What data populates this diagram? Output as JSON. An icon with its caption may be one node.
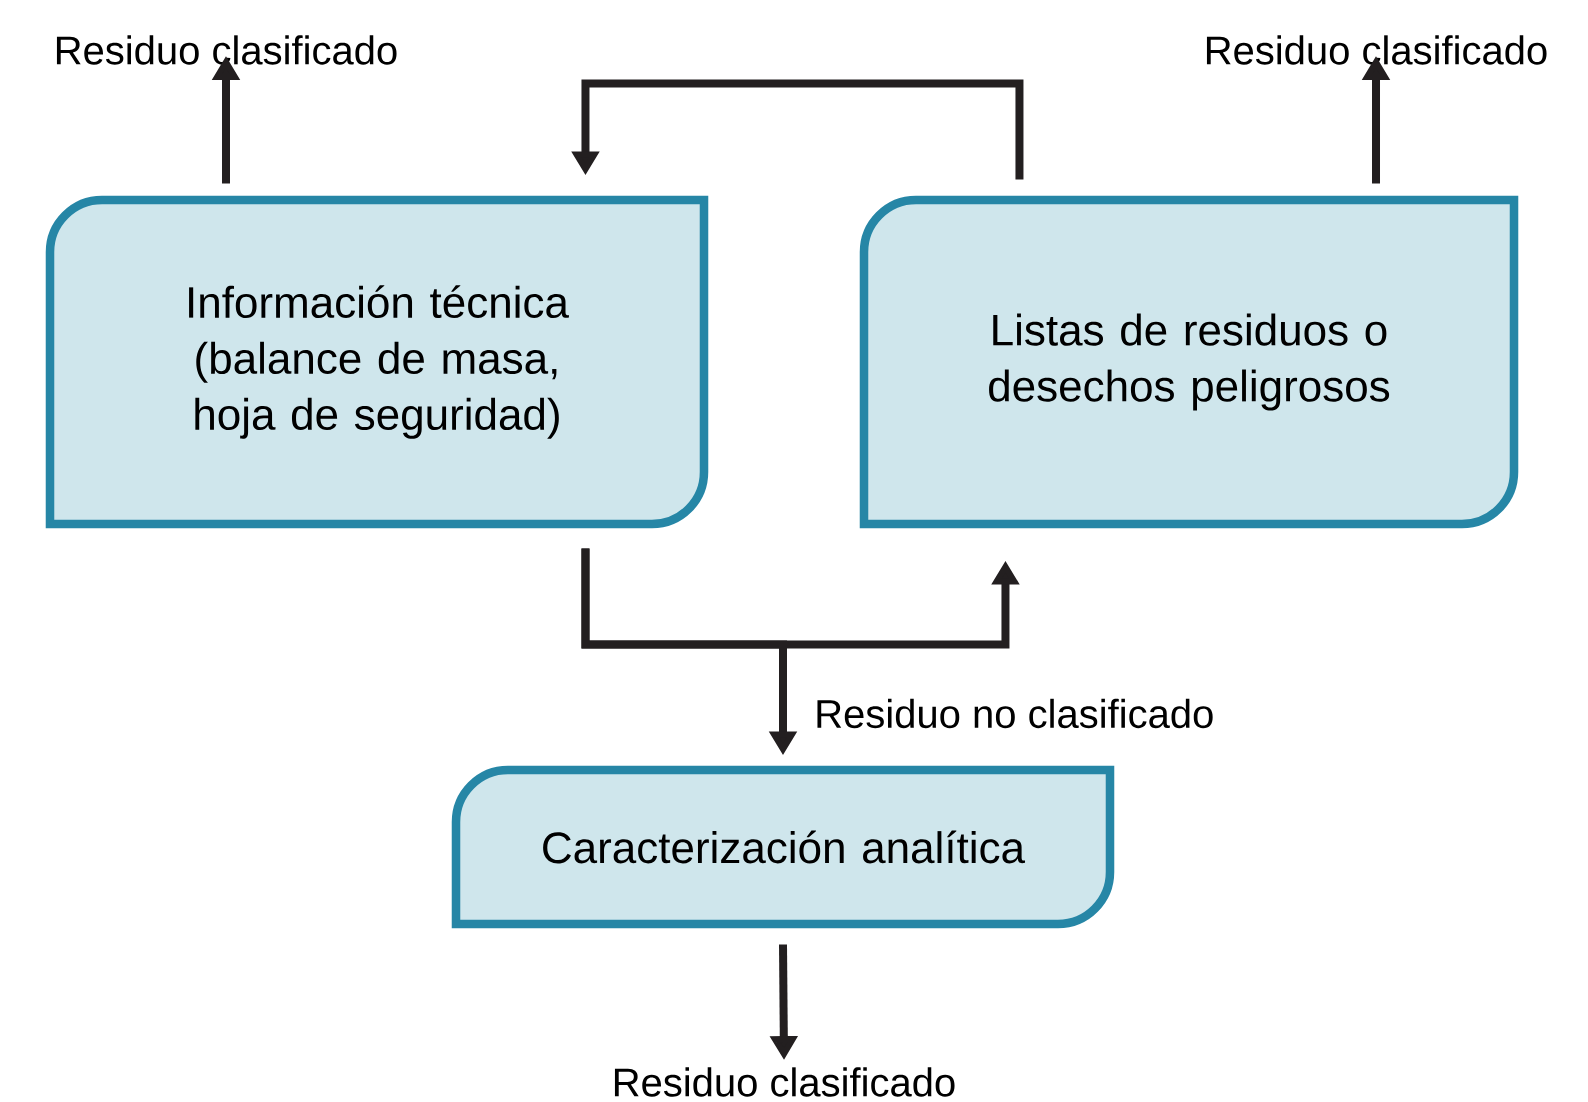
{
  "diagram": {
    "nodes": [
      {
        "text": [
          "Residuo clasificado"
        ]
      },
      {
        "text": [
          "Residuo clasificado"
        ]
      },
      {
        "text": [
          "Información técnica (balance de masa, hoja de seguridad)"
        ]
      },
      {
        "text": [
          "Listas de residuos o desechos peligrosos"
        ]
      },
      {
        "text": [
          "Caracterización analítica"
        ]
      },
      {
        "text": [
          "Residuo clasificado"
        ]
      }
    ],
    "edges": [
      {
        "from": 2,
        "to": 0,
        "arrow": "to"
      },
      {
        "from": 3,
        "to": 1,
        "arrow": "to"
      },
      {
        "from": 3,
        "to": 2,
        "arrow": "to"
      },
      {
        "from": 2,
        "to": 3,
        "arrow": "to"
      },
      {
        "from": 2,
        "to": 4,
        "arrow": "to",
        "label": "Residuo no clasificado"
      },
      {
        "from": 4,
        "to": 5,
        "arrow": "to"
      }
    ]
  }
}
